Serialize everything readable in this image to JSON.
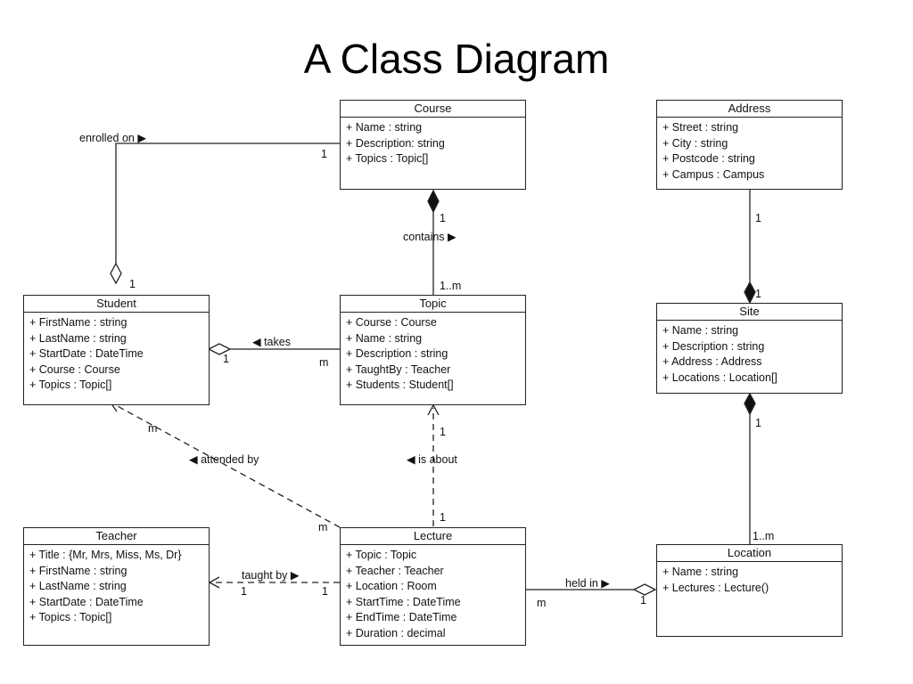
{
  "title": "A Class Diagram",
  "classes": {
    "course": {
      "name": "Course",
      "attributes": [
        "+ Name : string",
        "+ Description: string",
        "+ Topics : Topic[]"
      ]
    },
    "address": {
      "name": "Address",
      "attributes": [
        "+ Street : string",
        "+ City : string",
        "+ Postcode : string",
        "+ Campus : Campus"
      ]
    },
    "student": {
      "name": "Student",
      "attributes": [
        "+ FirstName : string",
        "+ LastName : string",
        "+ StartDate : DateTime",
        "+ Course : Course",
        "+ Topics : Topic[]"
      ]
    },
    "topic": {
      "name": "Topic",
      "attributes": [
        "+ Course : Course",
        "+ Name : string",
        "+ Description : string",
        "+ TaughtBy : Teacher",
        "+ Students : Student[]"
      ]
    },
    "site": {
      "name": "Site",
      "attributes": [
        "+ Name : string",
        "+ Description : string",
        "+ Address : Address",
        "+ Locations : Location[]"
      ]
    },
    "teacher": {
      "name": "Teacher",
      "attributes": [
        "+ Title : {Mr, Mrs, Miss, Ms, Dr}",
        "+ FirstName : string",
        "+ LastName : string",
        "+ StartDate : DateTime",
        "+ Topics : Topic[]"
      ]
    },
    "lecture": {
      "name": "Lecture",
      "attributes": [
        "+ Topic : Topic",
        "+ Teacher : Teacher",
        "+ Location : Room",
        "+ StartTime : DateTime",
        "+ EndTime : DateTime",
        "+ Duration : decimal"
      ]
    },
    "location": {
      "name": "Location",
      "attributes": [
        "+ Name : string",
        "+ Lectures : Lecture()"
      ]
    }
  },
  "associations": {
    "enrolled_on": {
      "label": "enrolled on ▶",
      "mult_course": "1",
      "mult_student": "1"
    },
    "contains": {
      "label": "contains ▶",
      "mult_course": "1",
      "mult_topic": "1..m"
    },
    "takes": {
      "label": "◀ takes",
      "mult_student": "1",
      "mult_topic": "m"
    },
    "attended_by": {
      "label": "◀ attended by",
      "mult_student": "m",
      "mult_lecture": "m"
    },
    "is_about": {
      "label": "◀ is about",
      "mult_topic": "1",
      "mult_lecture": "1"
    },
    "taught_by": {
      "label": "taught by ▶",
      "mult_teacher": "1",
      "mult_lecture": "1"
    },
    "held_in": {
      "label": "held in ▶",
      "mult_lecture": "m",
      "mult_location": "1"
    },
    "address_site": {
      "mult_address": "1",
      "mult_site": "1"
    },
    "site_location": {
      "mult_site": "1",
      "mult_location": "1..m"
    }
  }
}
